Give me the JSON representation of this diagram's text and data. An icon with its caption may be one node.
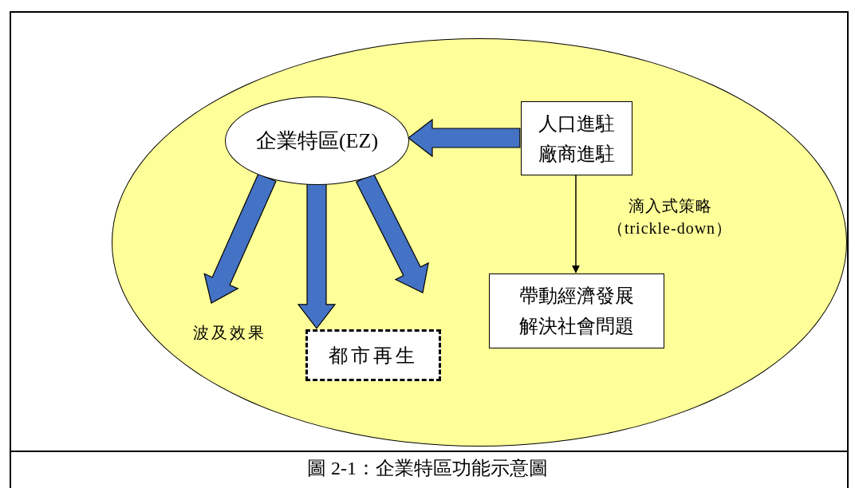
{
  "diagram": {
    "caption": "圖 2-1：企業特區功能示意圖",
    "nodes": [
      {
        "text": [],
        "shape": "ellipse"
      },
      {
        "text": [
          "企業特區(EZ)"
        ],
        "in": 0
      },
      {
        "text": [
          "人口進駐",
          "廠商進駐"
        ],
        "in": 0
      },
      {
        "text": [
          "帶動經濟發展",
          "解決社會問題"
        ],
        "in": 0
      },
      {
        "text": [
          "都市再生"
        ],
        "in": 0
      }
    ],
    "edges": [
      {
        "from": 2,
        "to": 1,
        "arrow": "to",
        "style": "thick"
      },
      {
        "from": 2,
        "to": 3,
        "arrow": "to",
        "label": "滴入式策略（trickle-down）",
        "color": "#000000"
      },
      {
        "from": 1,
        "to": null,
        "arrow": "to",
        "style": "thick"
      },
      {
        "from": 1,
        "to": 4,
        "arrow": "to",
        "style": "thick"
      },
      {
        "from": 1,
        "to": null,
        "arrow": "to",
        "style": "thick"
      }
    ],
    "labels": [
      "波及效果"
    ]
  }
}
